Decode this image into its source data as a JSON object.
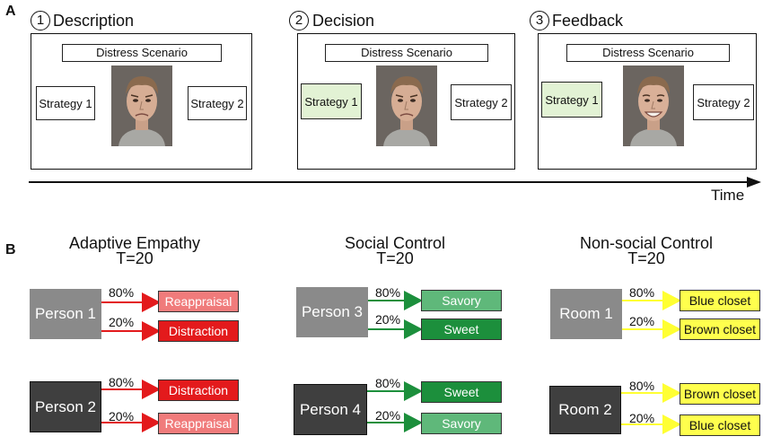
{
  "panel_a": {
    "label": "A",
    "time_label": "Time",
    "steps": [
      {
        "num": "1",
        "title": "Description",
        "scenario": "Distress Scenario",
        "strategy_1": "Strategy 1",
        "strategy_2": "Strategy 2",
        "face": "sad-face"
      },
      {
        "num": "2",
        "title": "Decision",
        "scenario": "Distress Scenario",
        "strategy_1": "Strategy 1",
        "strategy_2": "Strategy 2",
        "face": "sad-face"
      },
      {
        "num": "3",
        "title": "Feedback",
        "scenario": "Distress Scenario",
        "strategy_1": "Strategy 1",
        "strategy_2": "Strategy 2",
        "face": "happy-face"
      }
    ],
    "selected_color": "#e2f2d4"
  },
  "panel_b": {
    "label": "B",
    "conditions": [
      {
        "title": "Adaptive Empathy",
        "trials": "T=20",
        "arrow_color": "#e31a1c",
        "agents": [
          {
            "name": "Person 1",
            "p_high": "80%",
            "p_low": "20%",
            "out_high": "Reappraisal",
            "out_low": "Distraction"
          },
          {
            "name": "Person 2",
            "p_high": "80%",
            "p_low": "20%",
            "out_high": "Distraction",
            "out_low": "Reappraisal"
          }
        ]
      },
      {
        "title": "Social Control",
        "trials": "T=20",
        "arrow_color": "#1c8f3c",
        "agents": [
          {
            "name": "Person 3",
            "p_high": "80%",
            "p_low": "20%",
            "out_high": "Savory",
            "out_low": "Sweet"
          },
          {
            "name": "Person 4",
            "p_high": "80%",
            "p_low": "20%",
            "out_high": "Sweet",
            "out_low": "Savory"
          }
        ]
      },
      {
        "title": "Non-social Control",
        "trials": "T=20",
        "arrow_color": "#ffff33",
        "agents": [
          {
            "name": "Room 1",
            "p_high": "80%",
            "p_low": "20%",
            "out_high": "Blue closet",
            "out_low": "Brown closet"
          },
          {
            "name": "Room 2",
            "p_high": "80%",
            "p_low": "20%",
            "out_high": "Brown closet",
            "out_low": "Blue closet"
          }
        ]
      }
    ]
  }
}
